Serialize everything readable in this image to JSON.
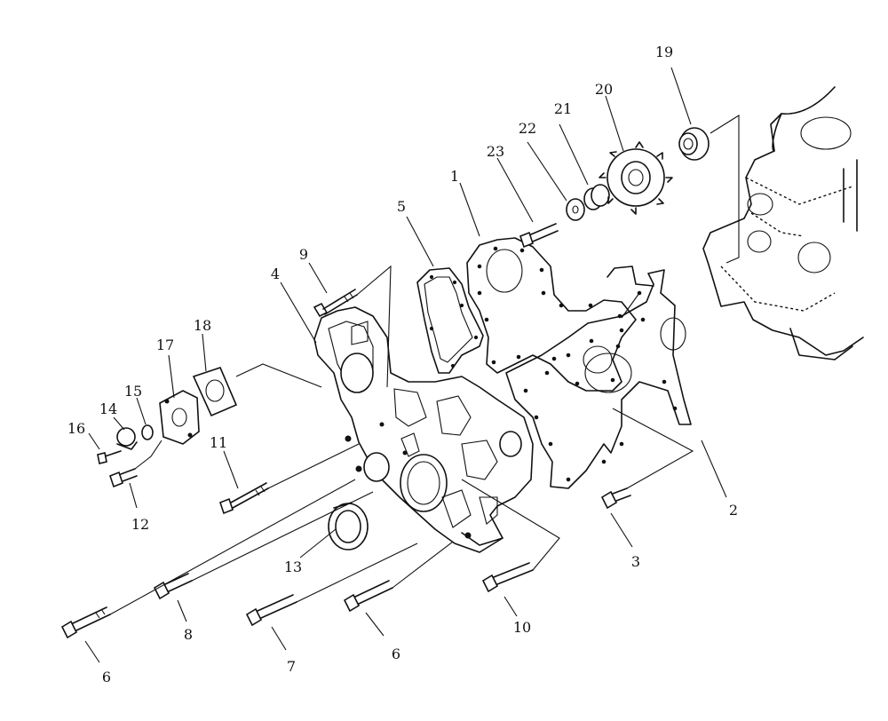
{
  "callouts": [
    {
      "id": "c1",
      "text": "1"
    },
    {
      "id": "c2",
      "text": "2"
    },
    {
      "id": "c3",
      "text": "3"
    },
    {
      "id": "c4",
      "text": "4"
    },
    {
      "id": "c5",
      "text": "5"
    },
    {
      "id": "c6a",
      "text": "6"
    },
    {
      "id": "c6b",
      "text": "6"
    },
    {
      "id": "c7",
      "text": "7"
    },
    {
      "id": "c8",
      "text": "8"
    },
    {
      "id": "c9",
      "text": "9"
    },
    {
      "id": "c10",
      "text": "10"
    },
    {
      "id": "c11",
      "text": "11"
    },
    {
      "id": "c12",
      "text": "12"
    },
    {
      "id": "c13",
      "text": "13"
    },
    {
      "id": "c14",
      "text": "14"
    },
    {
      "id": "c15",
      "text": "15"
    },
    {
      "id": "c16",
      "text": "16"
    },
    {
      "id": "c17",
      "text": "17"
    },
    {
      "id": "c18",
      "text": "18"
    },
    {
      "id": "c19",
      "text": "19"
    },
    {
      "id": "c20",
      "text": "20"
    },
    {
      "id": "c21",
      "text": "21"
    },
    {
      "id": "c22",
      "text": "22"
    },
    {
      "id": "c23",
      "text": "23"
    }
  ]
}
